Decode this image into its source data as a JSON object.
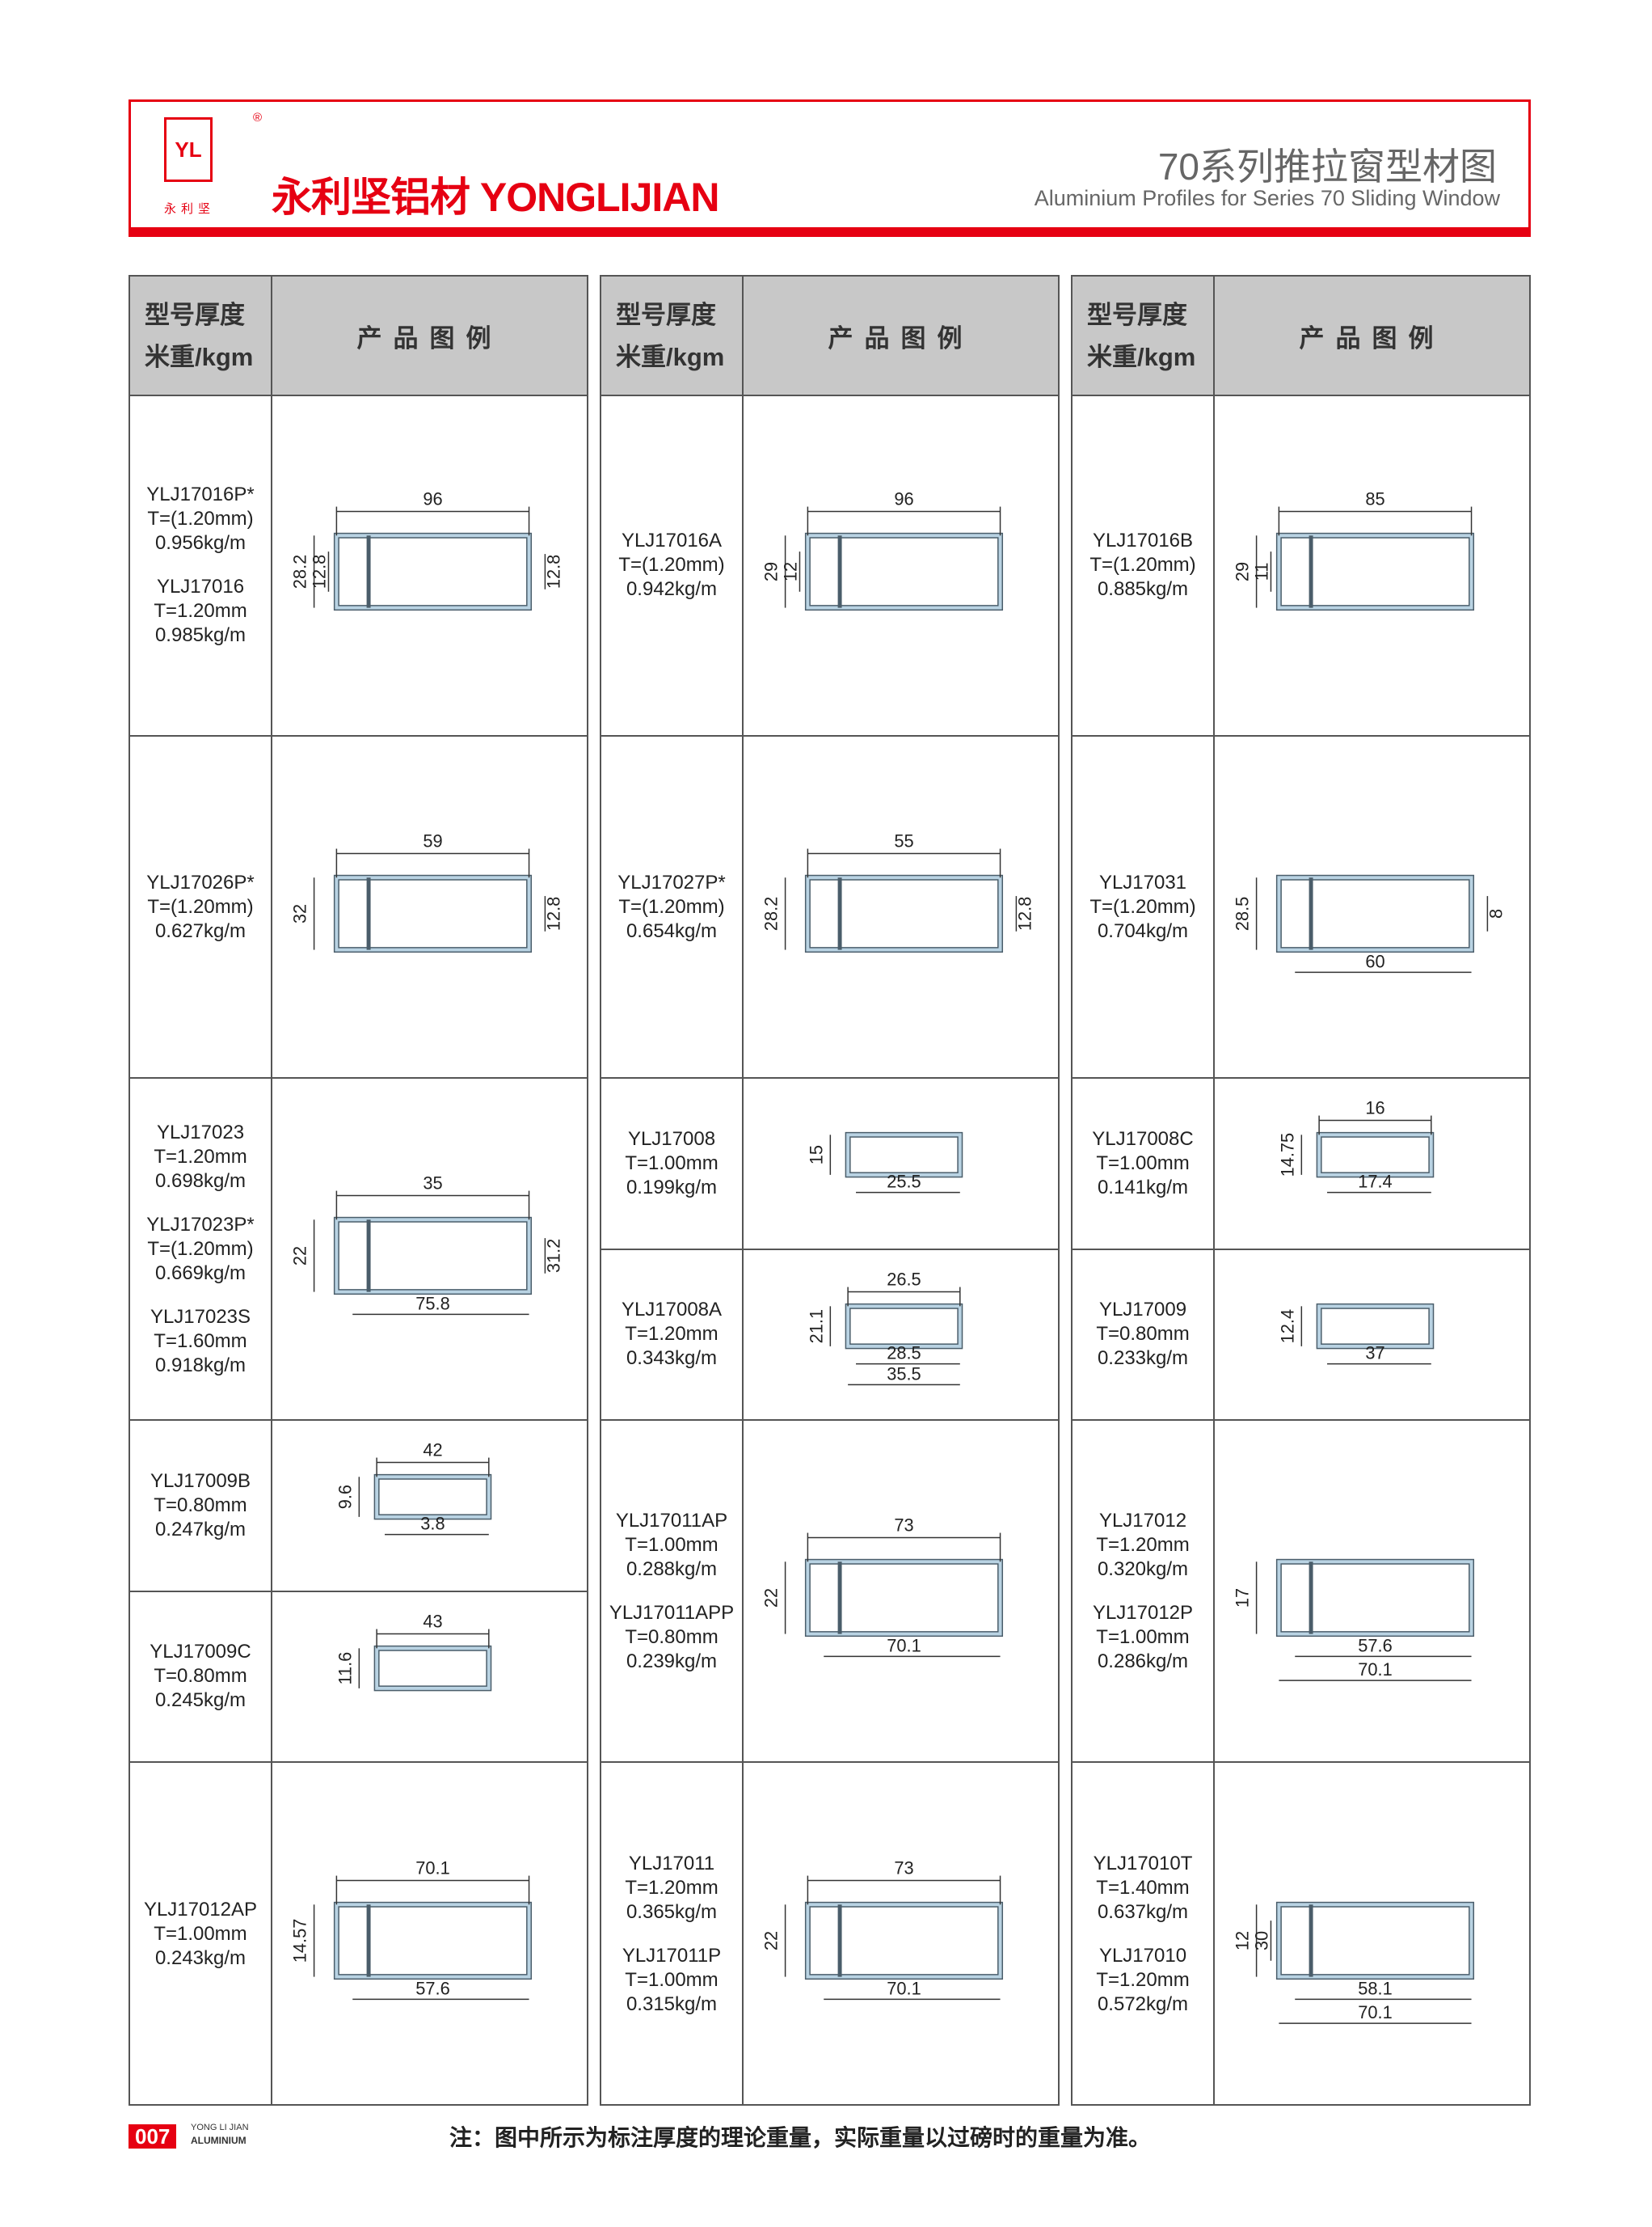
{
  "header": {
    "logo_mark": "YL",
    "logo_sub": "永利坚",
    "registered": "®",
    "brand": "永利坚铝材 YONGLIJIAN",
    "title_cn": "70系列推拉窗型材图",
    "title_en": "Aluminium Profiles for Series 70 Sliding Window"
  },
  "table_header": {
    "line1": "型号厚度",
    "line2": "米重/kgm",
    "image_col": "产品图例"
  },
  "colors": {
    "brand_red": "#e60012",
    "header_gray": "#c8c8c8",
    "profile_fill": "#b9d3e3"
  },
  "panels": [
    {
      "cells": [
        {
          "size": "full",
          "entries": [
            {
              "model": "YLJ17016P*",
              "t": "T=(1.20mm)",
              "w": "0.956kg/m"
            },
            {
              "model": "YLJ17016",
              "t": "T=1.20mm",
              "w": "0.985kg/m"
            }
          ],
          "dims": {
            "top": "96",
            "left": "28.2",
            "left2": "12.8",
            "right": "12.8"
          }
        },
        {
          "size": "full",
          "entries": [
            {
              "model": "YLJ17026P*",
              "t": "T=(1.20mm)",
              "w": "0.627kg/m"
            }
          ],
          "dims": {
            "top": "59",
            "left": "32",
            "right": "12.8"
          }
        },
        {
          "size": "full",
          "entries": [
            {
              "model": "YLJ17023",
              "t": "T=1.20mm",
              "w": "0.698kg/m"
            },
            {
              "model": "YLJ17023P*",
              "t": "T=(1.20mm)",
              "w": "0.669kg/m"
            },
            {
              "model": "YLJ17023S",
              "t": "T=1.60mm",
              "w": "0.918kg/m"
            }
          ],
          "dims": {
            "top": "35",
            "left": "22",
            "right": "31.2",
            "bottom": "75.8"
          }
        },
        {
          "size": "half",
          "entries": [
            {
              "model": "YLJ17009B",
              "t": "T=0.80mm",
              "w": "0.247kg/m"
            }
          ],
          "dims": {
            "top": "42",
            "left": "9.6",
            "bottom": "3.8"
          }
        },
        {
          "size": "half",
          "entries": [
            {
              "model": "YLJ17009C",
              "t": "T=0.80mm",
              "w": "0.245kg/m"
            }
          ],
          "dims": {
            "top": "43",
            "left": "11.6"
          }
        },
        {
          "size": "full",
          "entries": [
            {
              "model": "YLJ17012AP",
              "t": "T=1.00mm",
              "w": "0.243kg/m"
            }
          ],
          "dims": {
            "top": "70.1",
            "left": "14.57",
            "bottom": "57.6"
          }
        }
      ]
    },
    {
      "cells": [
        {
          "size": "full",
          "entries": [
            {
              "model": "YLJ17016A",
              "t": "T=(1.20mm)",
              "w": "0.942kg/m"
            }
          ],
          "dims": {
            "top": "96",
            "left": "29",
            "left2": "12"
          }
        },
        {
          "size": "full",
          "entries": [
            {
              "model": "YLJ17027P*",
              "t": "T=(1.20mm)",
              "w": "0.654kg/m"
            }
          ],
          "dims": {
            "top": "55",
            "left": "28.2",
            "right": "12.8"
          }
        },
        {
          "size": "half",
          "entries": [
            {
              "model": "YLJ17008",
              "t": "T=1.00mm",
              "w": "0.199kg/m"
            }
          ],
          "dims": {
            "left": "15",
            "bottom": "25.5"
          }
        },
        {
          "size": "half",
          "entries": [
            {
              "model": "YLJ17008A",
              "t": "T=1.20mm",
              "w": "0.343kg/m"
            }
          ],
          "dims": {
            "top": "26.5",
            "left": "21.1",
            "bottom": "28.5",
            "bottom2": "35.5"
          }
        },
        {
          "size": "full",
          "entries": [
            {
              "model": "YLJ17011AP",
              "t": "T=1.00mm",
              "w": "0.288kg/m"
            },
            {
              "model": "YLJ17011APP",
              "t": "T=0.80mm",
              "w": "0.239kg/m"
            }
          ],
          "dims": {
            "top": "73",
            "left": "22",
            "bottom": "70.1"
          }
        },
        {
          "size": "full",
          "entries": [
            {
              "model": "YLJ17011",
              "t": "T=1.20mm",
              "w": "0.365kg/m"
            },
            {
              "model": "YLJ17011P",
              "t": "T=1.00mm",
              "w": "0.315kg/m"
            }
          ],
          "dims": {
            "top": "73",
            "left": "22",
            "bottom": "70.1"
          }
        }
      ]
    },
    {
      "cells": [
        {
          "size": "full",
          "entries": [
            {
              "model": "YLJ17016B",
              "t": "T=(1.20mm)",
              "w": "0.885kg/m"
            }
          ],
          "dims": {
            "top": "85",
            "left": "29",
            "left2": "11"
          }
        },
        {
          "size": "full",
          "entries": [
            {
              "model": "YLJ17031",
              "t": "T=(1.20mm)",
              "w": "0.704kg/m"
            }
          ],
          "dims": {
            "left": "28.5",
            "right": "8",
            "bottom": "60"
          }
        },
        {
          "size": "half",
          "entries": [
            {
              "model": "YLJ17008C",
              "t": "T=1.00mm",
              "w": "0.141kg/m"
            }
          ],
          "dims": {
            "top": "16",
            "left": "14.75",
            "bottom": "17.4"
          }
        },
        {
          "size": "half",
          "entries": [
            {
              "model": "YLJ17009",
              "t": "T=0.80mm",
              "w": "0.233kg/m"
            }
          ],
          "dims": {
            "left": "12.4",
            "bottom": "37"
          }
        },
        {
          "size": "full",
          "entries": [
            {
              "model": "YLJ17012",
              "t": "T=1.20mm",
              "w": "0.320kg/m"
            },
            {
              "model": "YLJ17012P",
              "t": "T=1.00mm",
              "w": "0.286kg/m"
            }
          ],
          "dims": {
            "left": "17",
            "bottom": "57.6",
            "bottom2": "70.1"
          }
        },
        {
          "size": "full",
          "entries": [
            {
              "model": "YLJ17010T",
              "t": "T=1.40mm",
              "w": "0.637kg/m"
            },
            {
              "model": "YLJ17010",
              "t": "T=1.20mm",
              "w": "0.572kg/m"
            }
          ],
          "dims": {
            "left": "12",
            "left2": "30",
            "bottom": "58.1",
            "bottom2": "70.1"
          }
        }
      ]
    }
  ],
  "footer": {
    "page_number": "007",
    "brand_line1": "YONG LI JIAN",
    "brand_line2": "ALUMINIUM",
    "note": "注：图中所示为标注厚度的理论重量，实际重量以过磅时的重量为准。"
  }
}
